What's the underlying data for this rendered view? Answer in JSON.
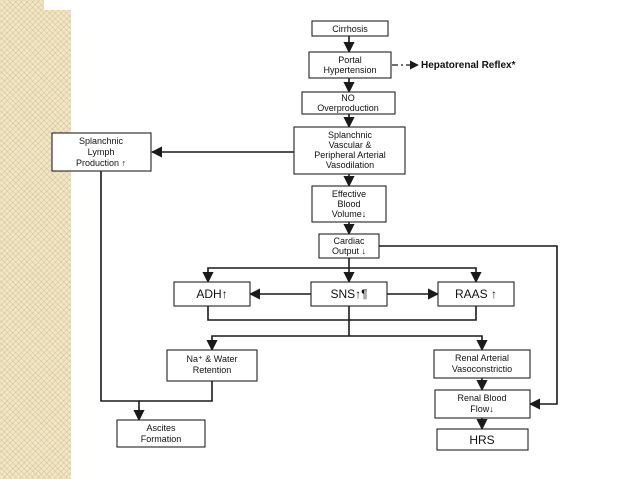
{
  "nodes": {
    "cirrhosis": [
      "Cirrhosis"
    ],
    "portal_hypertension": [
      "Portal",
      "Hypertension"
    ],
    "no_overproduction": [
      "NO",
      "Overproduction"
    ],
    "splanchnic_vasodilation": [
      "Splanchnic",
      "Vascular &",
      "Peripheral Arterial",
      "Vasodilation"
    ],
    "splanchnic_lymph": [
      "Splanchnic",
      "Lymph",
      "Production ↑"
    ],
    "effective_blood_volume": [
      "Effective",
      "Blood",
      "Volume↓"
    ],
    "cardiac_output": [
      "Cardiac",
      "Output ↓"
    ],
    "adh": [
      "ADH↑"
    ],
    "sns": [
      "SNS↑¶"
    ],
    "raas": [
      "RAAS ↑"
    ],
    "na_water": [
      "Na⁺ & Water",
      "Retention"
    ],
    "renal_arterial": [
      "Renal Arterial",
      "Vasoconstrictio"
    ],
    "renal_blood_flow": [
      "Renal Blood",
      "Flow↓"
    ],
    "ascites": [
      "Ascites",
      "Formation"
    ],
    "hrs": [
      "HRS"
    ]
  },
  "hepatorenal_reflex": "Hepatorenal Reflex*"
}
